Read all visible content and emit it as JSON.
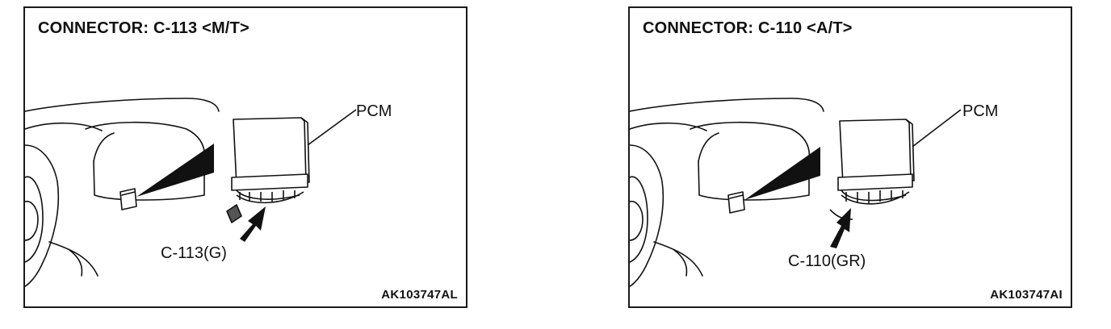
{
  "panels": [
    {
      "title": "CONNECTOR: C-113 <M/T>",
      "component_label": "PCM",
      "connector_label": "C-113(G)",
      "code": "AK103747AL"
    },
    {
      "title": "CONNECTOR: C-110 <A/T>",
      "component_label": "PCM",
      "connector_label": "C-110(GR)",
      "code": "AK103747AI"
    }
  ]
}
